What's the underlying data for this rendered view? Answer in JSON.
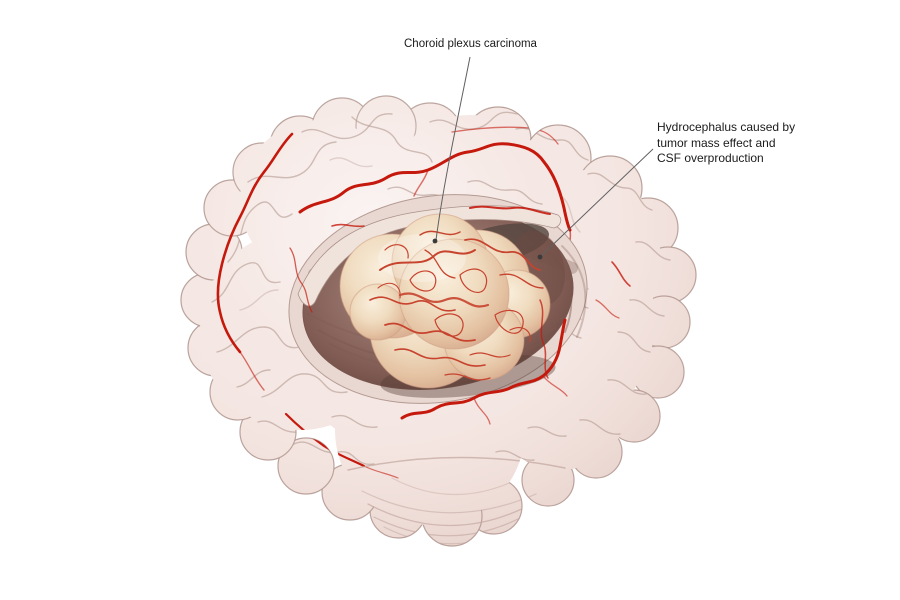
{
  "annotations": {
    "carcinoma": {
      "text": "Choroid plexus carcinoma"
    },
    "hydrocephalus": {
      "text": "Hydrocephalus caused by tumor mass effect and CSF overproduction",
      "lines": [
        "Hydrocephalus caused by",
        "tumor mass effect and",
        "CSF overproduction"
      ]
    }
  },
  "colors": {
    "background": "#ffffff",
    "brain_surface": "#f5e7e3",
    "brain_outline": "#ae938c",
    "sulci": "#b79c95",
    "artery": "#c5190d",
    "cut_surface": "#e9d8d1",
    "cavity_rim": "#7a574e",
    "tumor_vessel": "#c7432e",
    "cerebellum_line": "#c2a59d",
    "leader": "#606060",
    "label_text": "#1b1b1b"
  }
}
